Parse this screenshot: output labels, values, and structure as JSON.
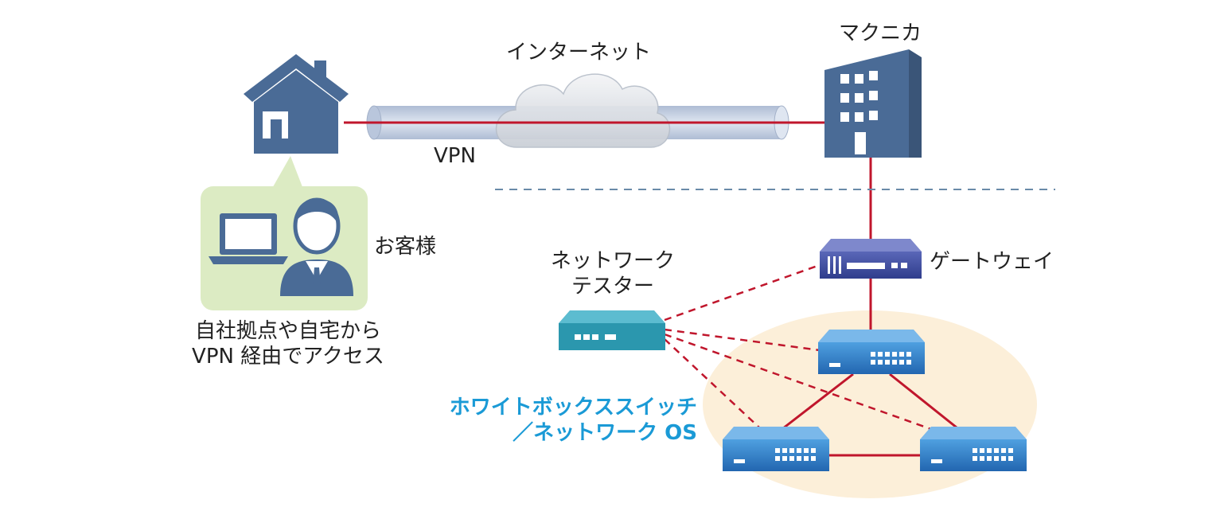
{
  "labels": {
    "internet": "インターネット",
    "vpn": "VPN",
    "company": "マクニカ",
    "customer": "お客様",
    "access_line1": "自社拠点や自宅から",
    "access_line2": "VPN 経由でアクセス",
    "tester_line1": "ネットワーク",
    "tester_line2": "テスター",
    "gateway": "ゲートウェイ",
    "whitebox_line1": "ホワイトボックススイッチ",
    "whitebox_line2": "／ネットワーク OS"
  },
  "colors": {
    "icon_blue": "#4a6b96",
    "link_red": "#c0162c",
    "tube": "#c8d4e6",
    "bubble": "#dcebc3",
    "oval": "#fcefd9",
    "tester": "#2b97ae",
    "gateway": "#3a4a9c",
    "switch": "#2e7dc6",
    "dashed_blue": "#6a8aa8",
    "accent_text": "#1a9ad6"
  },
  "icons": [
    "house-icon",
    "cloud-icon",
    "building-icon",
    "laptop-icon",
    "person-icon",
    "tester-device-icon",
    "gateway-device-icon",
    "switch-icon"
  ]
}
